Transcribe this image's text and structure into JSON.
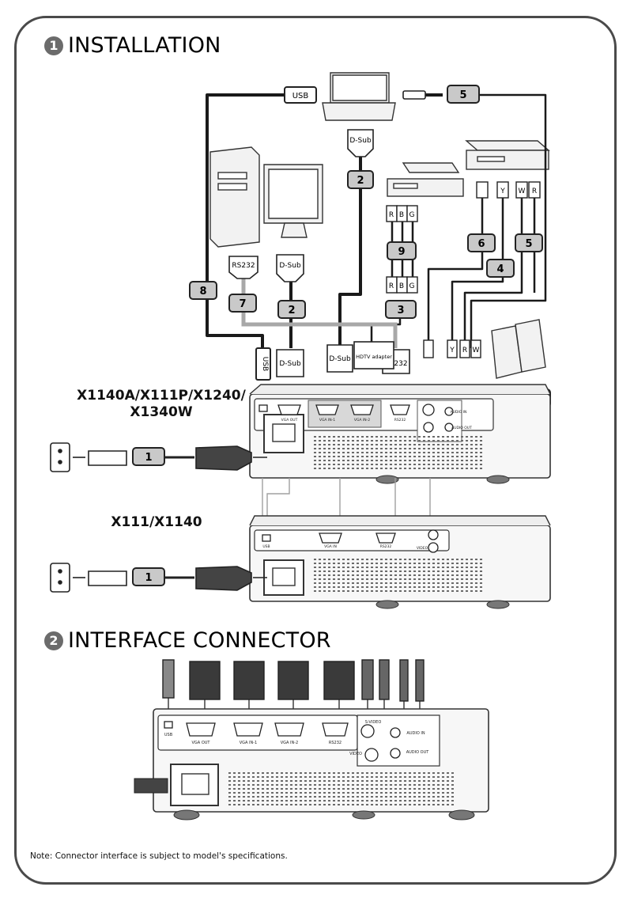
{
  "sections": {
    "installation": {
      "number": "1",
      "title": "INSTALLATION"
    },
    "interface": {
      "number": "2",
      "title": "INTERFACE CONNECTOR"
    }
  },
  "models": {
    "full": [
      "X1140A/X111P/X1240/",
      "X1340W"
    ],
    "basic": "X111/X1140"
  },
  "cables": {
    "usb": "USB",
    "dsub": "D-Sub",
    "rs232": "RS232",
    "hdtv_adapter": "HDTV adapter",
    "rca_r": "R",
    "rca_b": "B",
    "rca_g": "G",
    "rca_y": "Y",
    "rca_w": "W"
  },
  "badges": {
    "power": "1",
    "vga": "2",
    "component": "3",
    "composite": "4",
    "audio": "5",
    "svideo": "6",
    "rs232": "7",
    "usb": "8",
    "rgb_cable": "9"
  },
  "ports": {
    "usb": "USB",
    "vga_out": "VGA OUT",
    "vga_in_1": "VGA IN-1",
    "vga_in_2": "VGA IN-2",
    "vga_in": "VGA IN",
    "rs232": "RS232",
    "s_video": "S-VIDEO",
    "video": "VIDEO",
    "audio_in": "AUDIO IN",
    "audio_out": "AUDIO OUT"
  },
  "note": "Note: Connector interface is subject to model's specifications."
}
